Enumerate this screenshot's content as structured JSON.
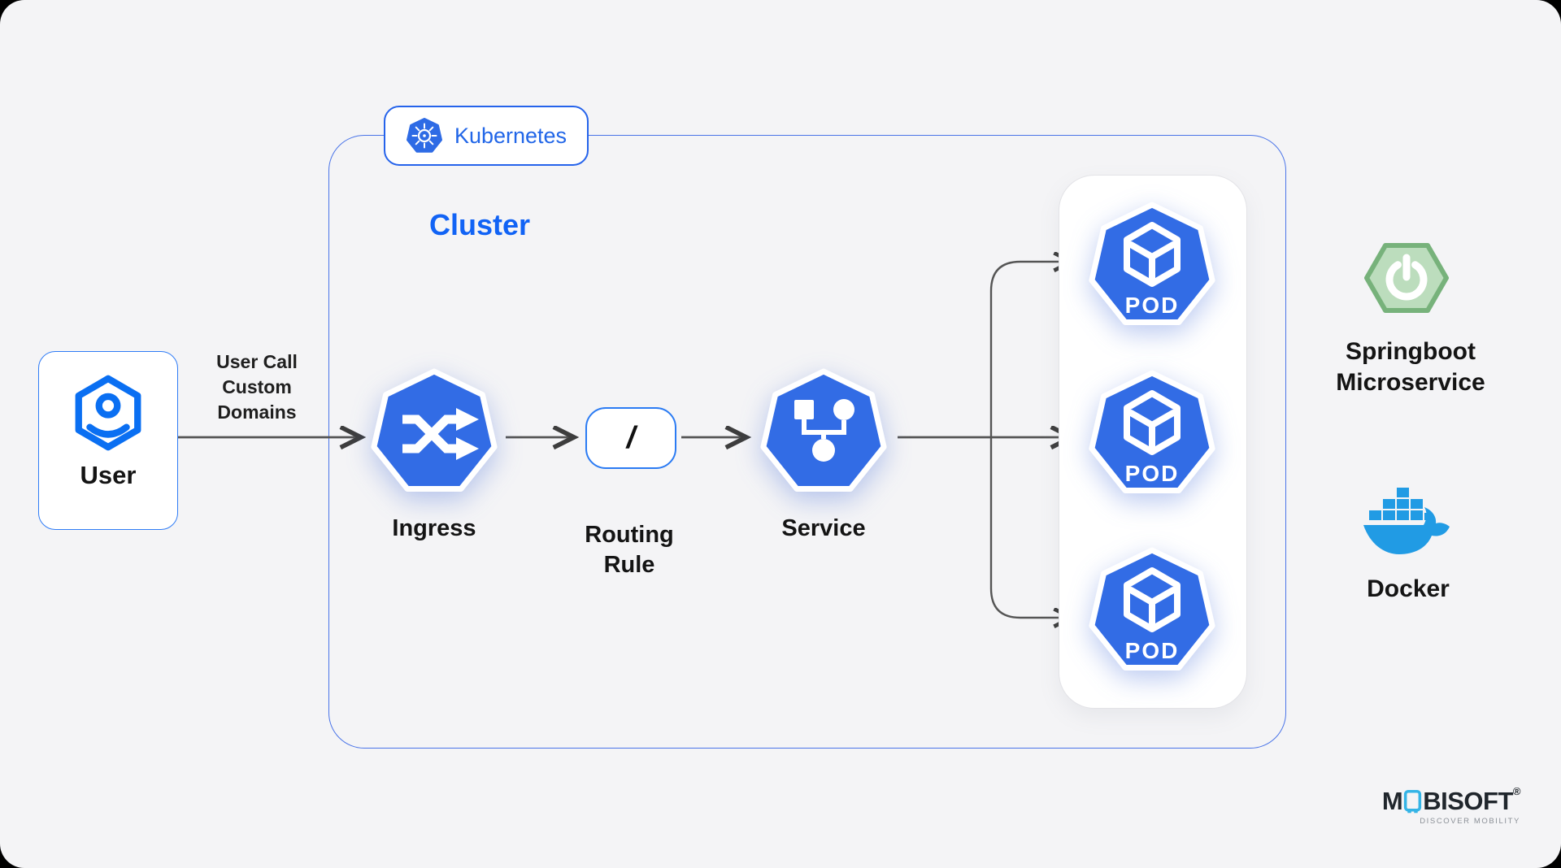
{
  "diagram": {
    "kubernetes_badge": {
      "label": "Kubernetes",
      "icon": "kubernetes-helm-icon"
    },
    "cluster_title": "Cluster",
    "user": {
      "label": "User",
      "icon": "user-hexagon-icon"
    },
    "flow_label": "User Call\nCustom\nDomains",
    "ingress": {
      "label": "Ingress",
      "icon": "ingress-shuffle-icon"
    },
    "routing_rule": {
      "symbol": "/",
      "label": "Routing\nRule"
    },
    "service": {
      "label": "Service",
      "icon": "service-network-icon"
    },
    "pods": [
      {
        "label": "POD"
      },
      {
        "label": "POD"
      },
      {
        "label": "POD"
      }
    ],
    "springboot": {
      "label": "Springboot\nMicroservice",
      "icon": "springboot-power-icon"
    },
    "docker": {
      "label": "Docker",
      "icon": "docker-whale-icon"
    }
  },
  "branding": {
    "name_prefix": "M",
    "name_suffix": "BISOFT",
    "registered_mark": "®",
    "tagline": "DISCOVER MOBILITY",
    "phone_icon": "smartphone-icon"
  },
  "colors": {
    "kubernetes_blue": "#326CE5",
    "user_blue": "#0A6FF2",
    "cluster_border_blue": "#4A74E8",
    "badge_blue": "#2563EB",
    "title_blue": "#1163F5",
    "arrow_gray": "#515151",
    "spring_green_fill": "#BCDDBD",
    "spring_green_border": "#77B27B",
    "docker_blue": "#219BE4",
    "phone_cyan": "#35B4E6",
    "canvas_gray": "#F4F4F6"
  }
}
